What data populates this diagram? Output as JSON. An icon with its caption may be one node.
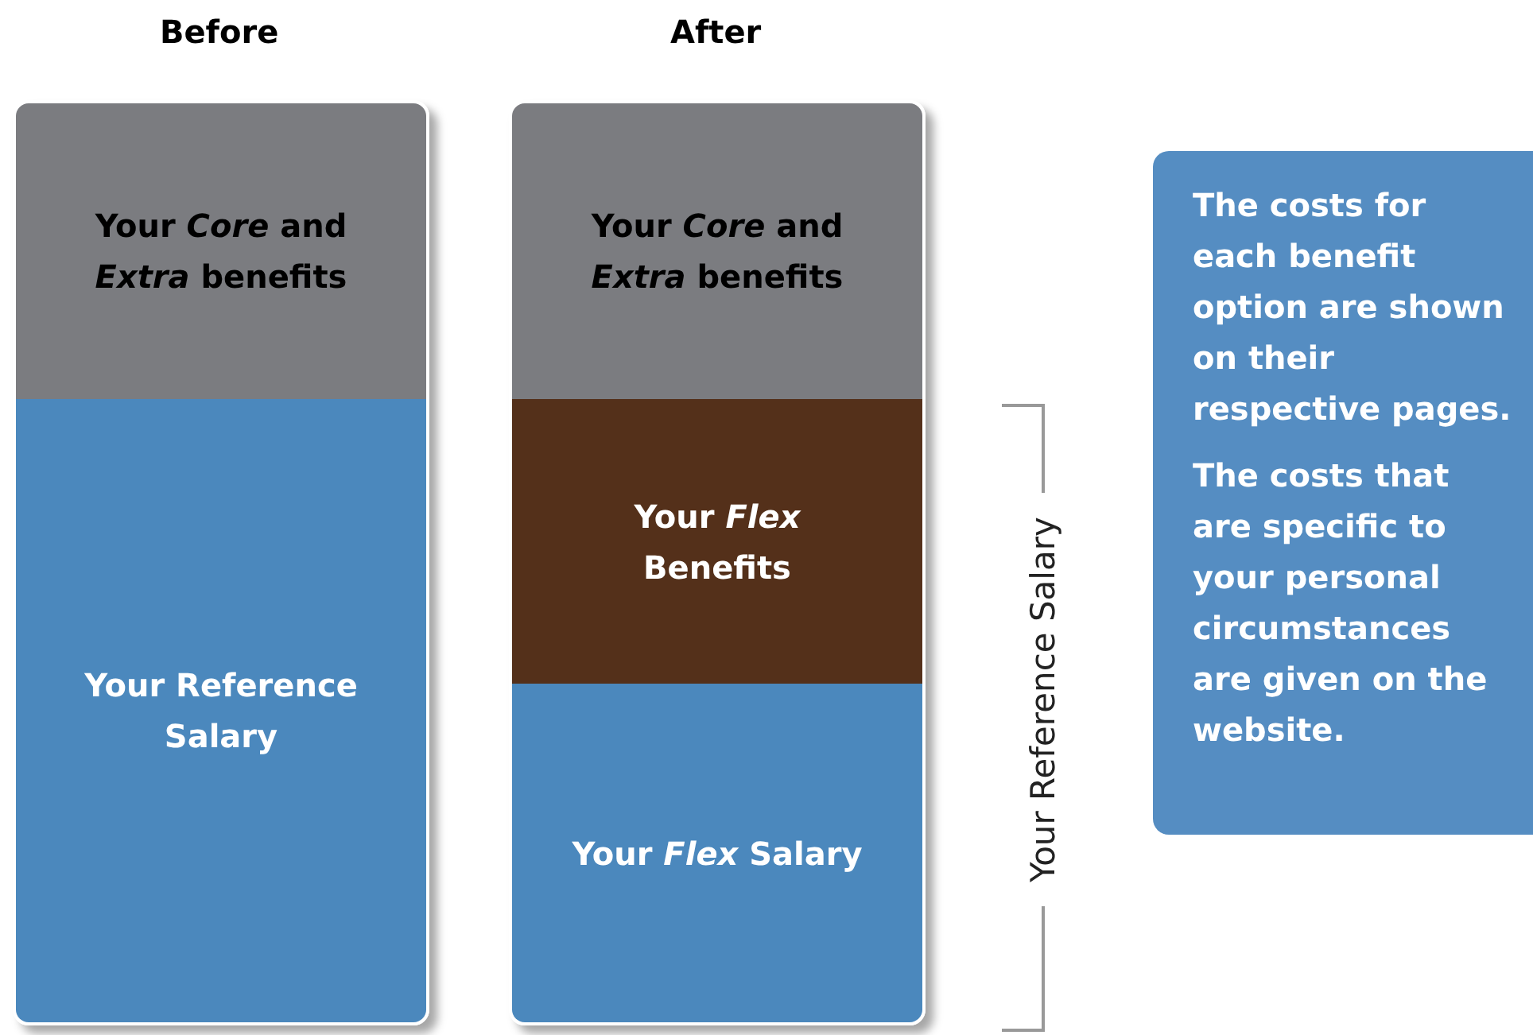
{
  "diagram": {
    "nodes": [
      {
        "text": [
          "Before"
        ]
      },
      {
        "text": [
          "Your *Core* and *Extra* benefits"
        ],
        "in": 0
      },
      {
        "text": [
          "Your Reference Salary"
        ],
        "in": 0
      },
      {
        "text": [
          "After"
        ]
      },
      {
        "text": [
          "Your *Core* and *Extra* benefits"
        ],
        "in": 3
      },
      {
        "text": [
          "Your *Flex* Benefits"
        ],
        "in": 3
      },
      {
        "text": [
          "Your *Flex* Salary"
        ],
        "in": 3
      },
      {
        "text": [
          "The costs for each benefit option are shown on their respective pages.",
          "The costs that are specific to your personal circumstances are given on the website."
        ]
      }
    ],
    "edges": [],
    "labels": [
      "Your Reference Salary"
    ]
  }
}
